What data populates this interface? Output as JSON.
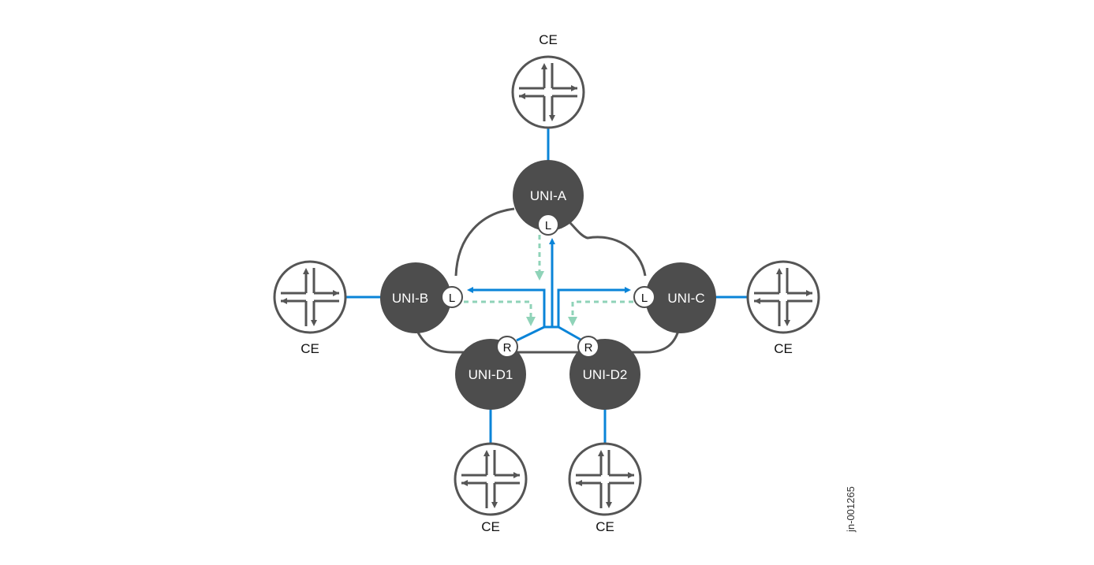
{
  "nodes": {
    "uni_a": "UNI-A",
    "uni_b": "UNI-B",
    "uni_c": "UNI-C",
    "uni_d1": "UNI-D1",
    "uni_d2": "UNI-D2"
  },
  "badges": {
    "leaf": "L",
    "root": "R"
  },
  "ce_label": "CE",
  "watermark": "jn-001265",
  "colors": {
    "node": "#4d4d4d",
    "link": "#0a84d8",
    "dashed": "#8fd3b8",
    "outline": "#555555"
  }
}
